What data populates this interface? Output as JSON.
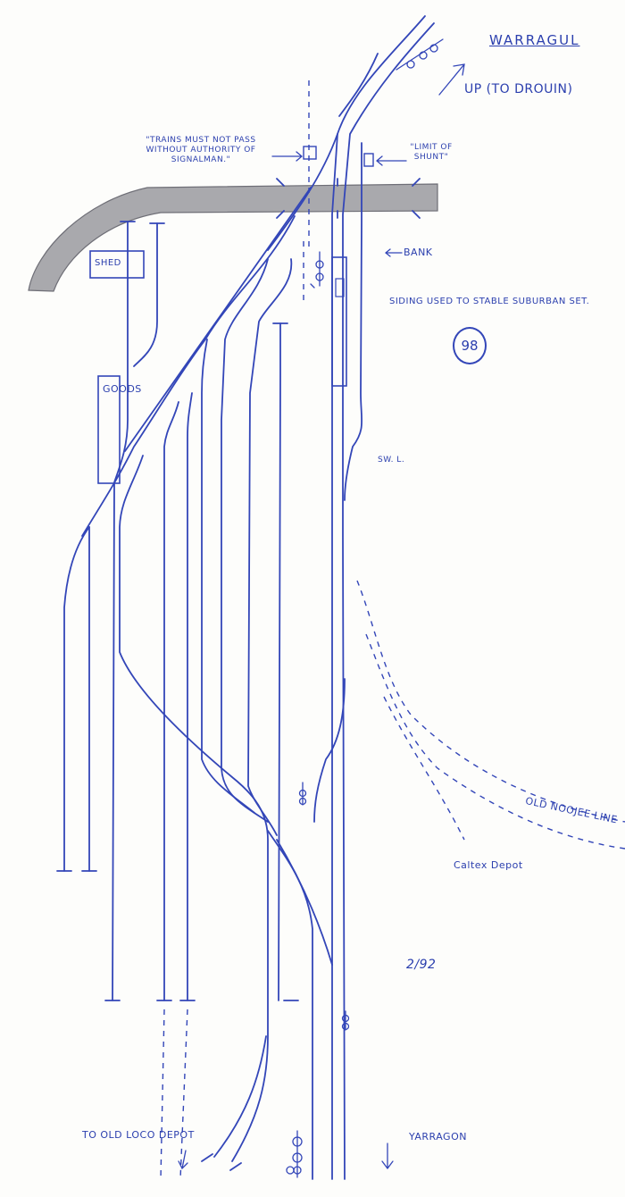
{
  "title": "WARRAGUL",
  "direction_up": "UP (TO DROUIN)",
  "direction_down": "YARRAGON",
  "notes": {
    "trains_must_not_pass": "\"TRAINS MUST NOT PASS WITHOUT AUTHORITY OF SIGNALMAN.\"",
    "limit_of_shunt": "\"LIMIT OF SHUNT\"",
    "bank": "BANK",
    "siding_note": "SIDING USED TO STABLE SUBURBAN SET.",
    "swl": "SW. L.",
    "old_noojee_line": "OLD NOOJEE LINE",
    "caltex_depot": "Caltex Depot",
    "old_loco_depot": "TO OLD LOCO DEPOT",
    "date": "2/92"
  },
  "page_number": "98",
  "buildings": {
    "shed": "SHED",
    "goods": "GOODS"
  },
  "colors": {
    "ink": "#3346b8",
    "road": "#a9a9ad",
    "paper": "#fdfdfb"
  }
}
